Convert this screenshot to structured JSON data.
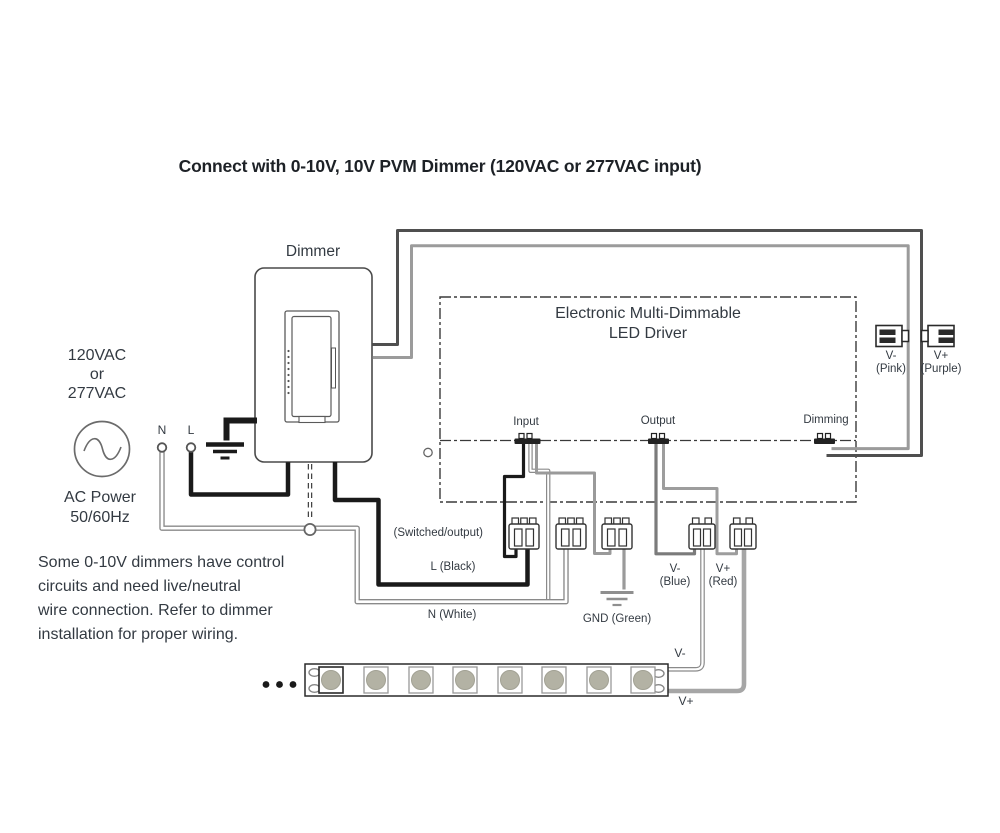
{
  "title": "Connect with 0-10V, 10V PVM Dimmer (120VAC or 277VAC input)",
  "dimmer": {
    "label": "Dimmer"
  },
  "ac_source": {
    "voltage": [
      "120VAC",
      "or",
      "277VAC"
    ],
    "power": [
      "AC Power",
      "50/60Hz"
    ],
    "neutral": "N",
    "live": "L"
  },
  "note": [
    "Some 0-10V dimmers have control",
    "circuits and need live/neutral",
    "wire connection. Refer to dimmer",
    "installation for proper wiring."
  ],
  "driver": {
    "name": [
      "Electronic Multi-Dimmable",
      "LED Driver"
    ],
    "ports": {
      "input": "Input",
      "output": "Output",
      "dimming": "Dimming"
    }
  },
  "wire_labels": {
    "switched": "(Switched/output)",
    "live": "L (Black)",
    "neutral": "N (White)",
    "ground": "GND (Green)"
  },
  "connectors": {
    "output_negative": {
      "label": "V-",
      "color": "(Blue)"
    },
    "output_positive": {
      "label": "V+",
      "color": "(Red)"
    },
    "dimming_negative": {
      "label": "V-",
      "color": "(Pink)"
    },
    "dimming_positive": {
      "label": "V+",
      "color": "(Purple)"
    }
  },
  "led_strip": {
    "v_minus": "V-",
    "v_plus": "V+"
  },
  "colors": {
    "wire_black": "#1a1a1a",
    "wire_gray_dark": "#4f4f4f",
    "wire_gray": "#9b9b9b",
    "wire_casing": "#8a8a8a",
    "led_chip": "#b3b2a4",
    "text": "#333a42",
    "title_text": "#1d2126"
  }
}
